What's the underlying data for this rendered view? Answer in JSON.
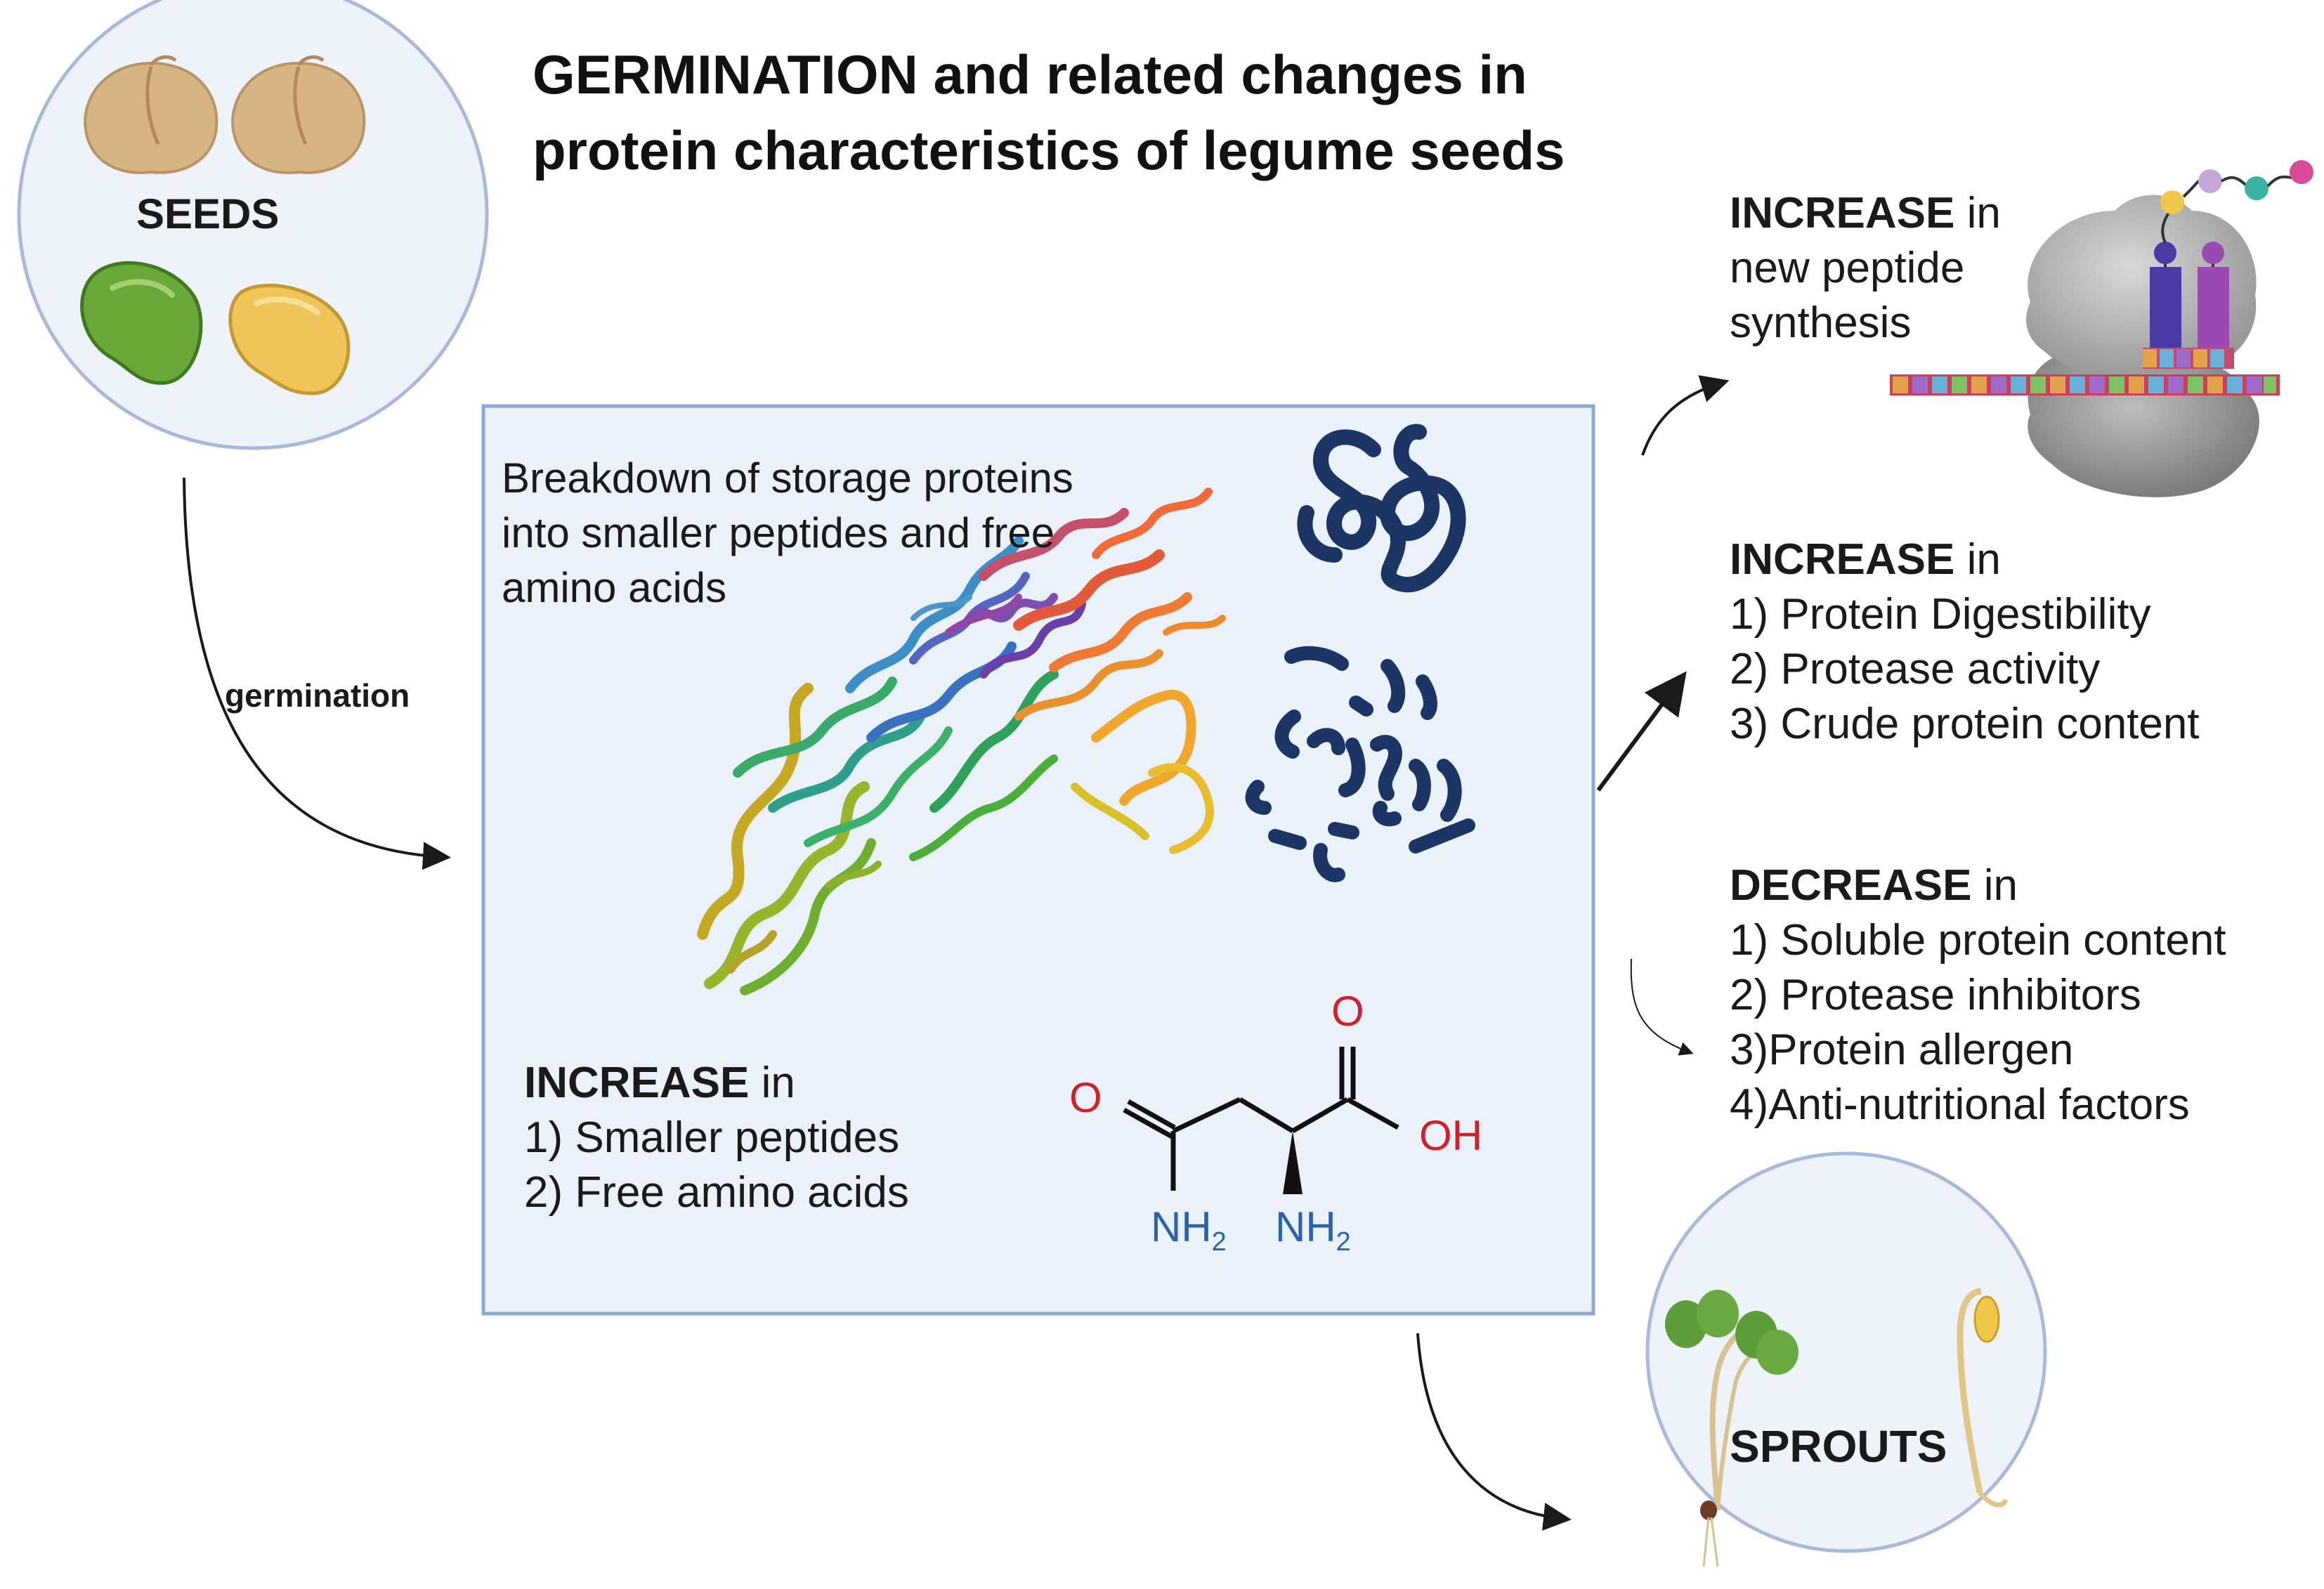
{
  "title": {
    "line1": "GERMINATION and related changes in",
    "line2": "protein characteristics of legume seeds"
  },
  "seeds_label": "SEEDS",
  "sprouts_label": "SPROUTS",
  "germination_label": "germination",
  "center_box": {
    "description": [
      "Breakdown of storage proteins",
      "into smaller peptides and free",
      "amino acids"
    ],
    "increase_heading": "INCREASE",
    "in_word": " in",
    "items": [
      "1) Smaller peptides",
      "2) Free amino acids"
    ]
  },
  "molecule": {
    "o_left": "O",
    "o_top": "O",
    "oh": "OH",
    "nh": "NH",
    "sub2": "2"
  },
  "peptide_synthesis": {
    "heading": "INCREASE",
    "in_word": " in",
    "lines": [
      "new peptide",
      "synthesis"
    ]
  },
  "increase_panel": {
    "heading": "INCREASE",
    "in_word": " in",
    "items": [
      "1) Protein Digestibility",
      "2) Protease activity",
      "3) Crude protein content"
    ]
  },
  "decrease_panel": {
    "heading": "DECREASE",
    "in_word": " in",
    "items": [
      "1) Soluble protein content",
      "2) Protease inhibitors",
      "3)Protein allergen",
      "4)Anti-nutritional factors"
    ]
  },
  "colors": {
    "circle_fill": "#eef3fa",
    "circle_stroke": "#a9bad9",
    "box_fill": "#ebf1f9",
    "box_stroke": "#8ea6d0",
    "chemistry_red": "#d0202b",
    "chemistry_blue": "#2a64a8",
    "peptide_navy": "#1c3565"
  }
}
